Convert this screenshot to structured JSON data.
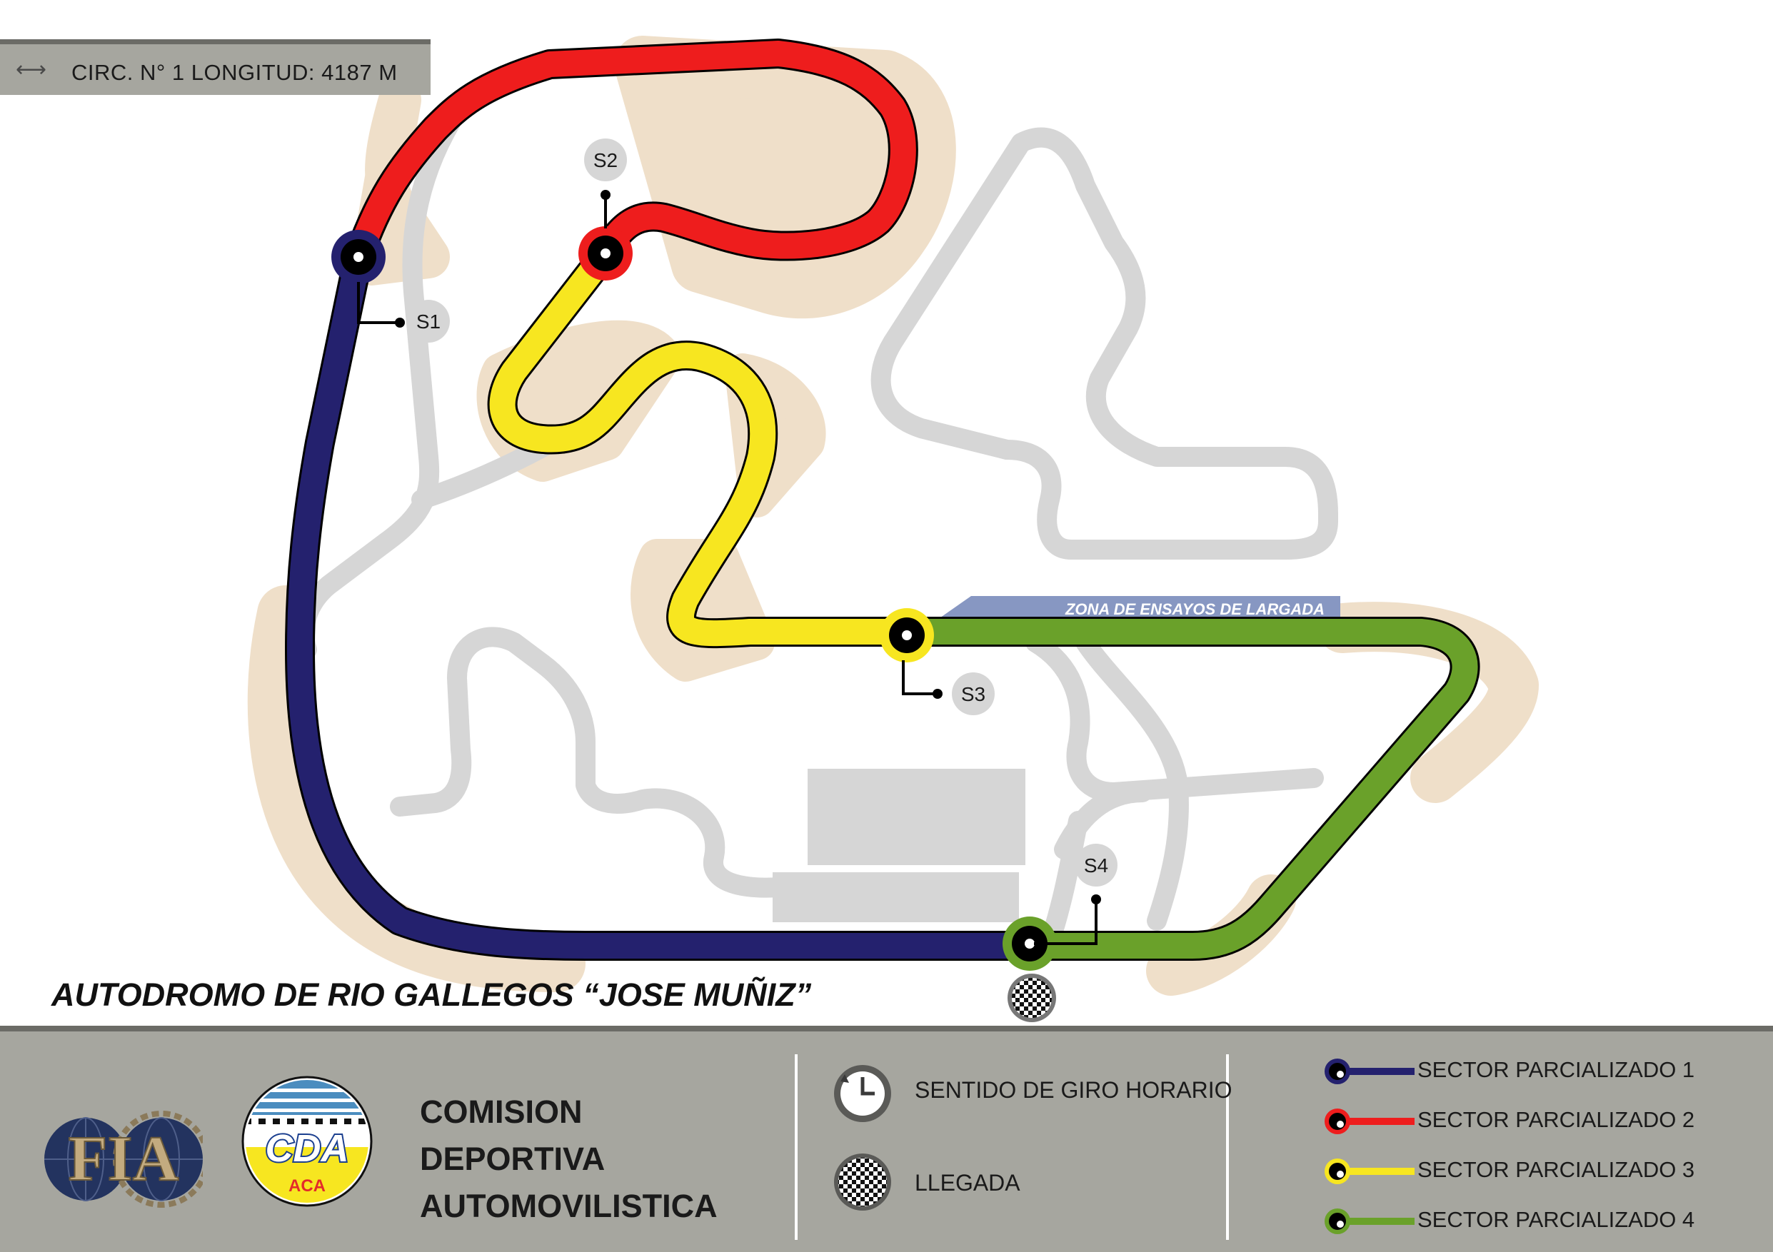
{
  "header": {
    "label": "CIRC. N° 1 LONGITUD: 4187 M",
    "icon": "double-arrow-icon"
  },
  "track": {
    "title": "AUTODROMO DE RIO GALLEGOS “JOSE MUÑIZ”",
    "zone_label": "ZONA DE ENSAYOS DE LARGADA",
    "sector_markers": [
      "S1",
      "S2",
      "S3",
      "S4"
    ]
  },
  "footer": {
    "org_lines": [
      "COMISION",
      "DEPORTIVA",
      "AUTOMOVILISTICA"
    ],
    "logos": {
      "fia": "FIA",
      "cda": "CDA",
      "aca": "ACA"
    },
    "legend": {
      "direction": "SENTIDO DE GIRO HORARIO",
      "finish": "LLEGADA"
    },
    "sectors": [
      {
        "label": "SECTOR PARCIALIZADO 1",
        "color": "#24216e"
      },
      {
        "label": "SECTOR PARCIALIZADO 2",
        "color": "#ee1d1d"
      },
      {
        "label": "SECTOR PARCIALIZADO 3",
        "color": "#f7e620"
      },
      {
        "label": "SECTOR PARCIALIZADO 4",
        "color": "#6aa12a"
      }
    ]
  },
  "colors": {
    "runoff": "#efdfc9",
    "inactive_track": "#d6d6d6",
    "zone": "#8797c2",
    "panel": "#a6a69f"
  }
}
